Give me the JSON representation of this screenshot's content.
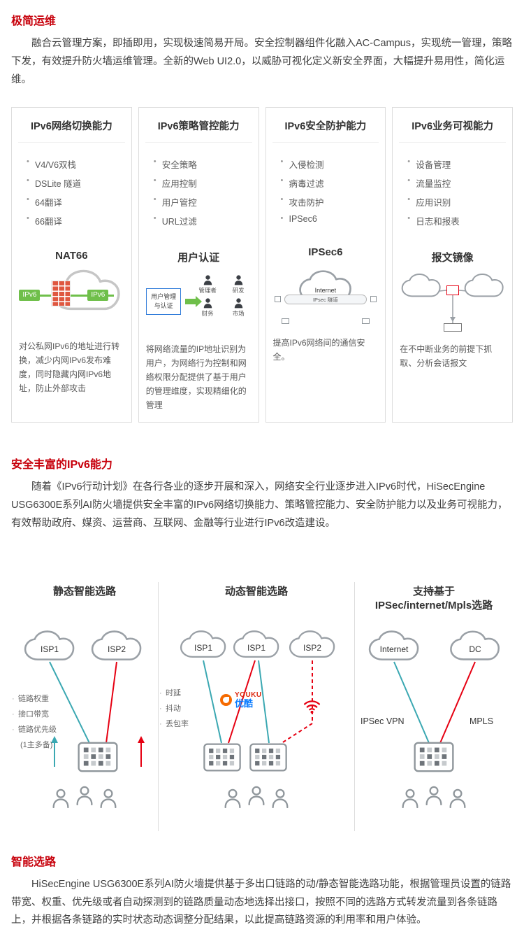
{
  "sections": {
    "ops": {
      "title": "极简运维",
      "body": "融合云管理方案，即插即用，实现极速简易开局。安全控制器组件化融入AC-Campus，实现统一管理，策略下发，有效提升防火墙运维管理。全新的Web UI2.0，以威胁可视化定义新安全界面，大幅提升易用性，简化运维。"
    },
    "ipv6": {
      "title": "安全丰富的IPv6能力",
      "body": "随着《IPv6行动计划》在各行各业的逐步开展和深入，网络安全行业逐步进入IPv6时代，HiSecEngine USG6300E系列AI防火墙提供安全丰富的IPv6网络切换能力、策略管控能力、安全防护能力以及业务可视能力，有效帮助政府、媒资、运营商、互联网、金融等行业进行IPv6改造建设。"
    },
    "routing": {
      "title": "智能选路",
      "body": "HiSecEngine USG6300E系列AI防火墙提供基于多出口链路的动/静态智能选路功能，根据管理员设置的链路带宽、权重、优先级或者自动探测到的链路质量动态地选择出接口，按照不同的选路方式转发流量到各条链路上，并根据各条链路的实时状态动态调整分配结果，以此提高链路资源的利用率和用户体验。"
    }
  },
  "cards": [
    {
      "title": "IPv6网络切换能力",
      "bullets": [
        "V4/V6双栈",
        "DSLite 隧道",
        "64翻译",
        "66翻译"
      ],
      "subtitle": "NAT66",
      "diagram": {
        "left_label": "IPv6",
        "right_label": "IPv6"
      },
      "desc": "对公私网IPv6的地址进行转换，减少内网IPv6发布难度，同时隐藏内网IPv6地址，防止外部攻击"
    },
    {
      "title": "IPv6策略管控能力",
      "bullets": [
        "安全策略",
        "应用控制",
        "用户管控",
        "URL过滤"
      ],
      "subtitle": "用户认证",
      "diagram": {
        "box": "用户管理与认证",
        "roles": [
          "管理者",
          "研发",
          "财务",
          "市场"
        ]
      },
      "desc": "将网络流量的IP地址识别为用户，为网络行为控制和网络权限分配提供了基于用户的管理维度，实现精细化的管理"
    },
    {
      "title": "IPv6安全防护能力",
      "bullets": [
        "入侵检测",
        "病毒过滤",
        "攻击防护",
        "IPSec6"
      ],
      "subtitle": "IPSec6",
      "diagram": {
        "cloud": "Internet",
        "tunnel": "IPsec 隧道"
      },
      "desc": "提高IPv6网络间的通信安全。"
    },
    {
      "title": "IPv6业务可视能力",
      "bullets": [
        "设备管理",
        "流量监控",
        "应用识别",
        "日志和报表"
      ],
      "subtitle": "报文镜像",
      "desc": "在不中断业务的前提下抓取、分析会话报文"
    }
  ],
  "columns": [
    {
      "title": "静态智能选路",
      "clouds": [
        "ISP1",
        "ISP2"
      ],
      "notes": [
        "链路权重",
        "接口带宽",
        "链路优先级",
        "(1主多备)"
      ]
    },
    {
      "title": "动态智能选路",
      "clouds": [
        "ISP1",
        "ISP1",
        "ISP2"
      ],
      "notes": [
        "时延",
        "抖动",
        "丢包率"
      ],
      "logo_en": "YOUKU",
      "logo_cn": "优酷"
    },
    {
      "title_line1": "支持基于",
      "title_line2": "IPSec/internet/Mpls选路",
      "clouds": [
        "Internet",
        "DC"
      ],
      "labels": [
        "IPSec VPN",
        "MPLS"
      ]
    }
  ]
}
